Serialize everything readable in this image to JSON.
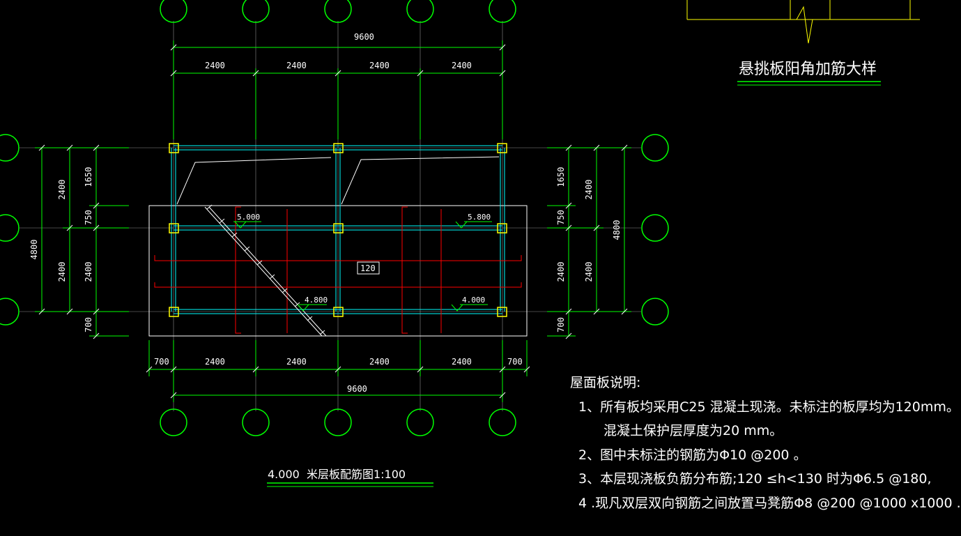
{
  "colors": {
    "grid": "#00ff00",
    "beam": "#00ffff",
    "column": "#ffff00",
    "rebar": "#ff0000",
    "text": "#ffffff",
    "background": "#000000"
  },
  "plan": {
    "total_top": "9600",
    "bays_top": [
      "2400",
      "2400",
      "2400",
      "2400"
    ],
    "total_bottom": "9600",
    "bays_bottom": [
      "700",
      "2400",
      "2400",
      "2400",
      "2400",
      "700"
    ],
    "left_outer": "4800",
    "left_mid": [
      "2400",
      "2400"
    ],
    "left_inner": [
      "1650",
      "750",
      "2400",
      "700"
    ],
    "right_outer": "4800",
    "right_mid": [
      "2400",
      "2400"
    ],
    "right_inner": [
      "1650",
      "750",
      "2400",
      "700"
    ],
    "slab_thickness": "120",
    "elevations": [
      "5.000",
      "5.800",
      "4.800",
      "4.000"
    ],
    "title": "4.000  米层板配筋图1:100"
  },
  "detail": {
    "title": "悬挑板阳角加筋大样"
  },
  "notes": {
    "heading": "屋面板说明:",
    "item1": "1、所有板均采用C25 混凝土现浇。未标注的板厚均为120mm。",
    "item1b": "混凝土保护层厚度为20 mm。",
    "item2": "2、图中未标注的钢筋为Φ10 @200 。",
    "item3": "3、本层现浇板负筋分布筋;120 ≤h<130 时为Φ6.5 @180,",
    "item4": "4 .现凡双层双向钢筋之间放置马凳筋Φ8 @200 @1000 x1000 ."
  }
}
